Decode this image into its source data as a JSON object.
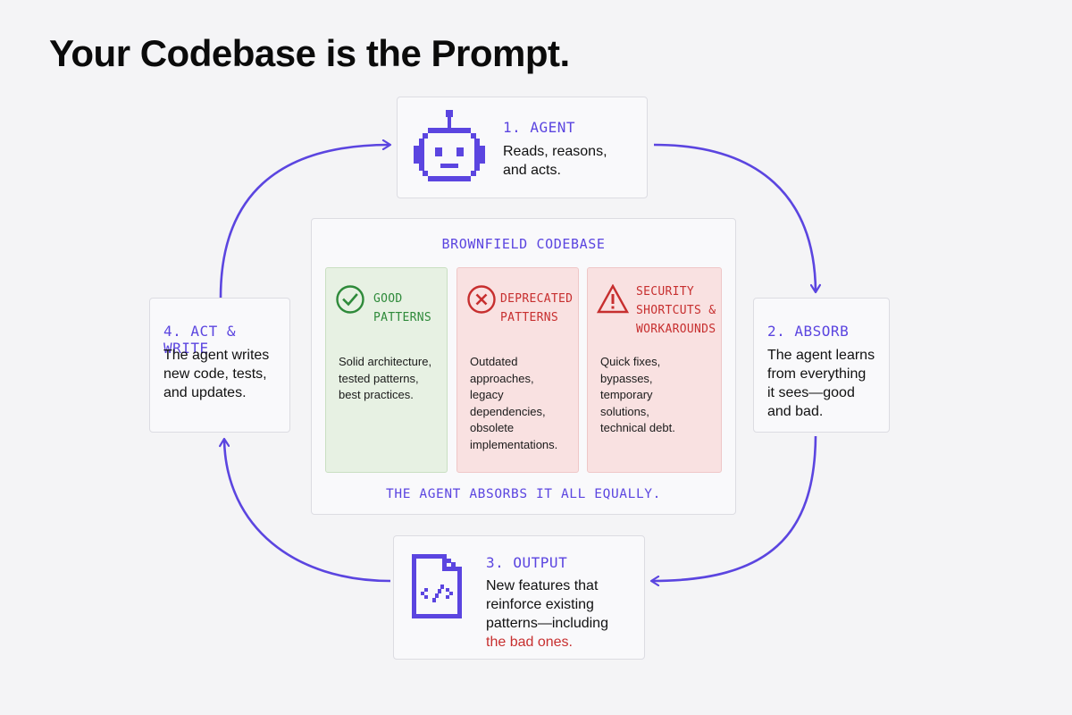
{
  "title": "Your Codebase is the Prompt.",
  "colors": {
    "accent": "#5b45e0",
    "good": "#2e8a3a",
    "bad": "#c72f2f",
    "good_bg": "#e7f1e3",
    "bad_bg": "#f9e1e1"
  },
  "steps": {
    "agent": {
      "label": "1. AGENT",
      "desc_l1": "Reads, reasons,",
      "desc_l2": "and acts.",
      "icon": "robot-icon"
    },
    "absorb": {
      "label": "2. ABSORB",
      "desc_l1": "The agent learns",
      "desc_l2": "from everything",
      "desc_l3": "it sees—good",
      "desc_l4": "and bad."
    },
    "output": {
      "label": "3. OUTPUT",
      "desc_l1": "New features that",
      "desc_l2": "reinforce existing",
      "desc_l3": "patterns—including",
      "desc_highlight": "the bad ones.",
      "icon": "code-file-icon"
    },
    "act": {
      "label": "4. ACT & WRITE",
      "desc_l1": "The agent writes",
      "desc_l2": "new code, tests,",
      "desc_l3": "and updates."
    }
  },
  "codebase": {
    "title": "BROWNFIELD CODEBASE",
    "footer": "THE AGENT ABSORBS IT ALL EQUALLY.",
    "good": {
      "label_l1": "GOOD",
      "label_l2": "PATTERNS",
      "text_l1": "Solid architecture,",
      "text_l2": "tested patterns,",
      "text_l3": "best practices.",
      "icon": "check-circle-icon"
    },
    "deprecated": {
      "label_l1": "DEPRECATED",
      "label_l2": "PATTERNS",
      "text_l1": "Outdated",
      "text_l2": "approaches,",
      "text_l3": "legacy",
      "text_l4": "dependencies,",
      "text_l5": "obsolete",
      "text_l6": "implementations.",
      "icon": "x-circle-icon"
    },
    "security": {
      "label_l1": "SECURITY",
      "label_l2": "SHORTCUTS &",
      "label_l3": "WORKAROUNDS",
      "text_l1": "Quick fixes,",
      "text_l2": "bypasses,",
      "text_l3": "temporary",
      "text_l4": "solutions,",
      "text_l5": "technical debt.",
      "icon": "warning-triangle-icon"
    }
  }
}
